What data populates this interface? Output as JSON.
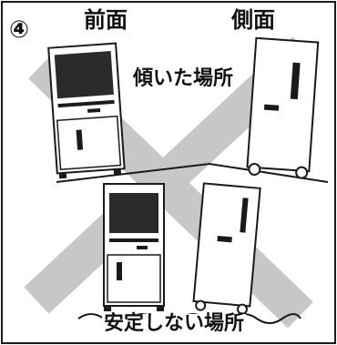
{
  "panel": {
    "step_number": "④",
    "front_label": "前面",
    "side_label": "側面",
    "tilted_caption": "傾いた場所",
    "unstable_caption": "安定しない場所"
  },
  "colors": {
    "cross_mark": "#c7c7c7",
    "line": "#1a1a1a",
    "dark_panel": "#2b2b2b",
    "background": "#ffffff"
  },
  "icons": [
    "cross-mark-icon",
    "dehumidifier-front-icon",
    "dehumidifier-side-icon"
  ]
}
